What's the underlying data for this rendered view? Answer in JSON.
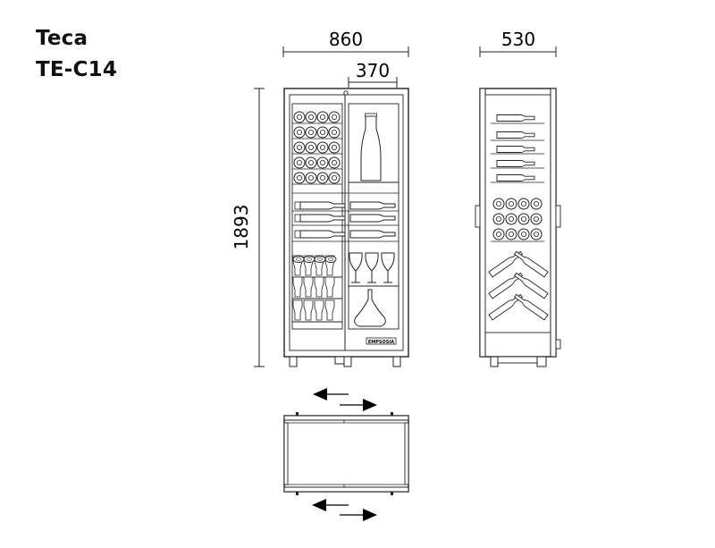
{
  "title": {
    "brand": "Teca",
    "model": "TE-C14"
  },
  "dimensions": {
    "width": "860",
    "inner_width": "370",
    "depth": "530",
    "height": "1893"
  },
  "logo_text": "EMPSOSIA",
  "colors": {
    "line": "#2a2a2a",
    "fill": "#ffffff",
    "panel": "#f4f4f4"
  },
  "icons": [
    "arrow-left-icon",
    "arrow-right-icon"
  ]
}
